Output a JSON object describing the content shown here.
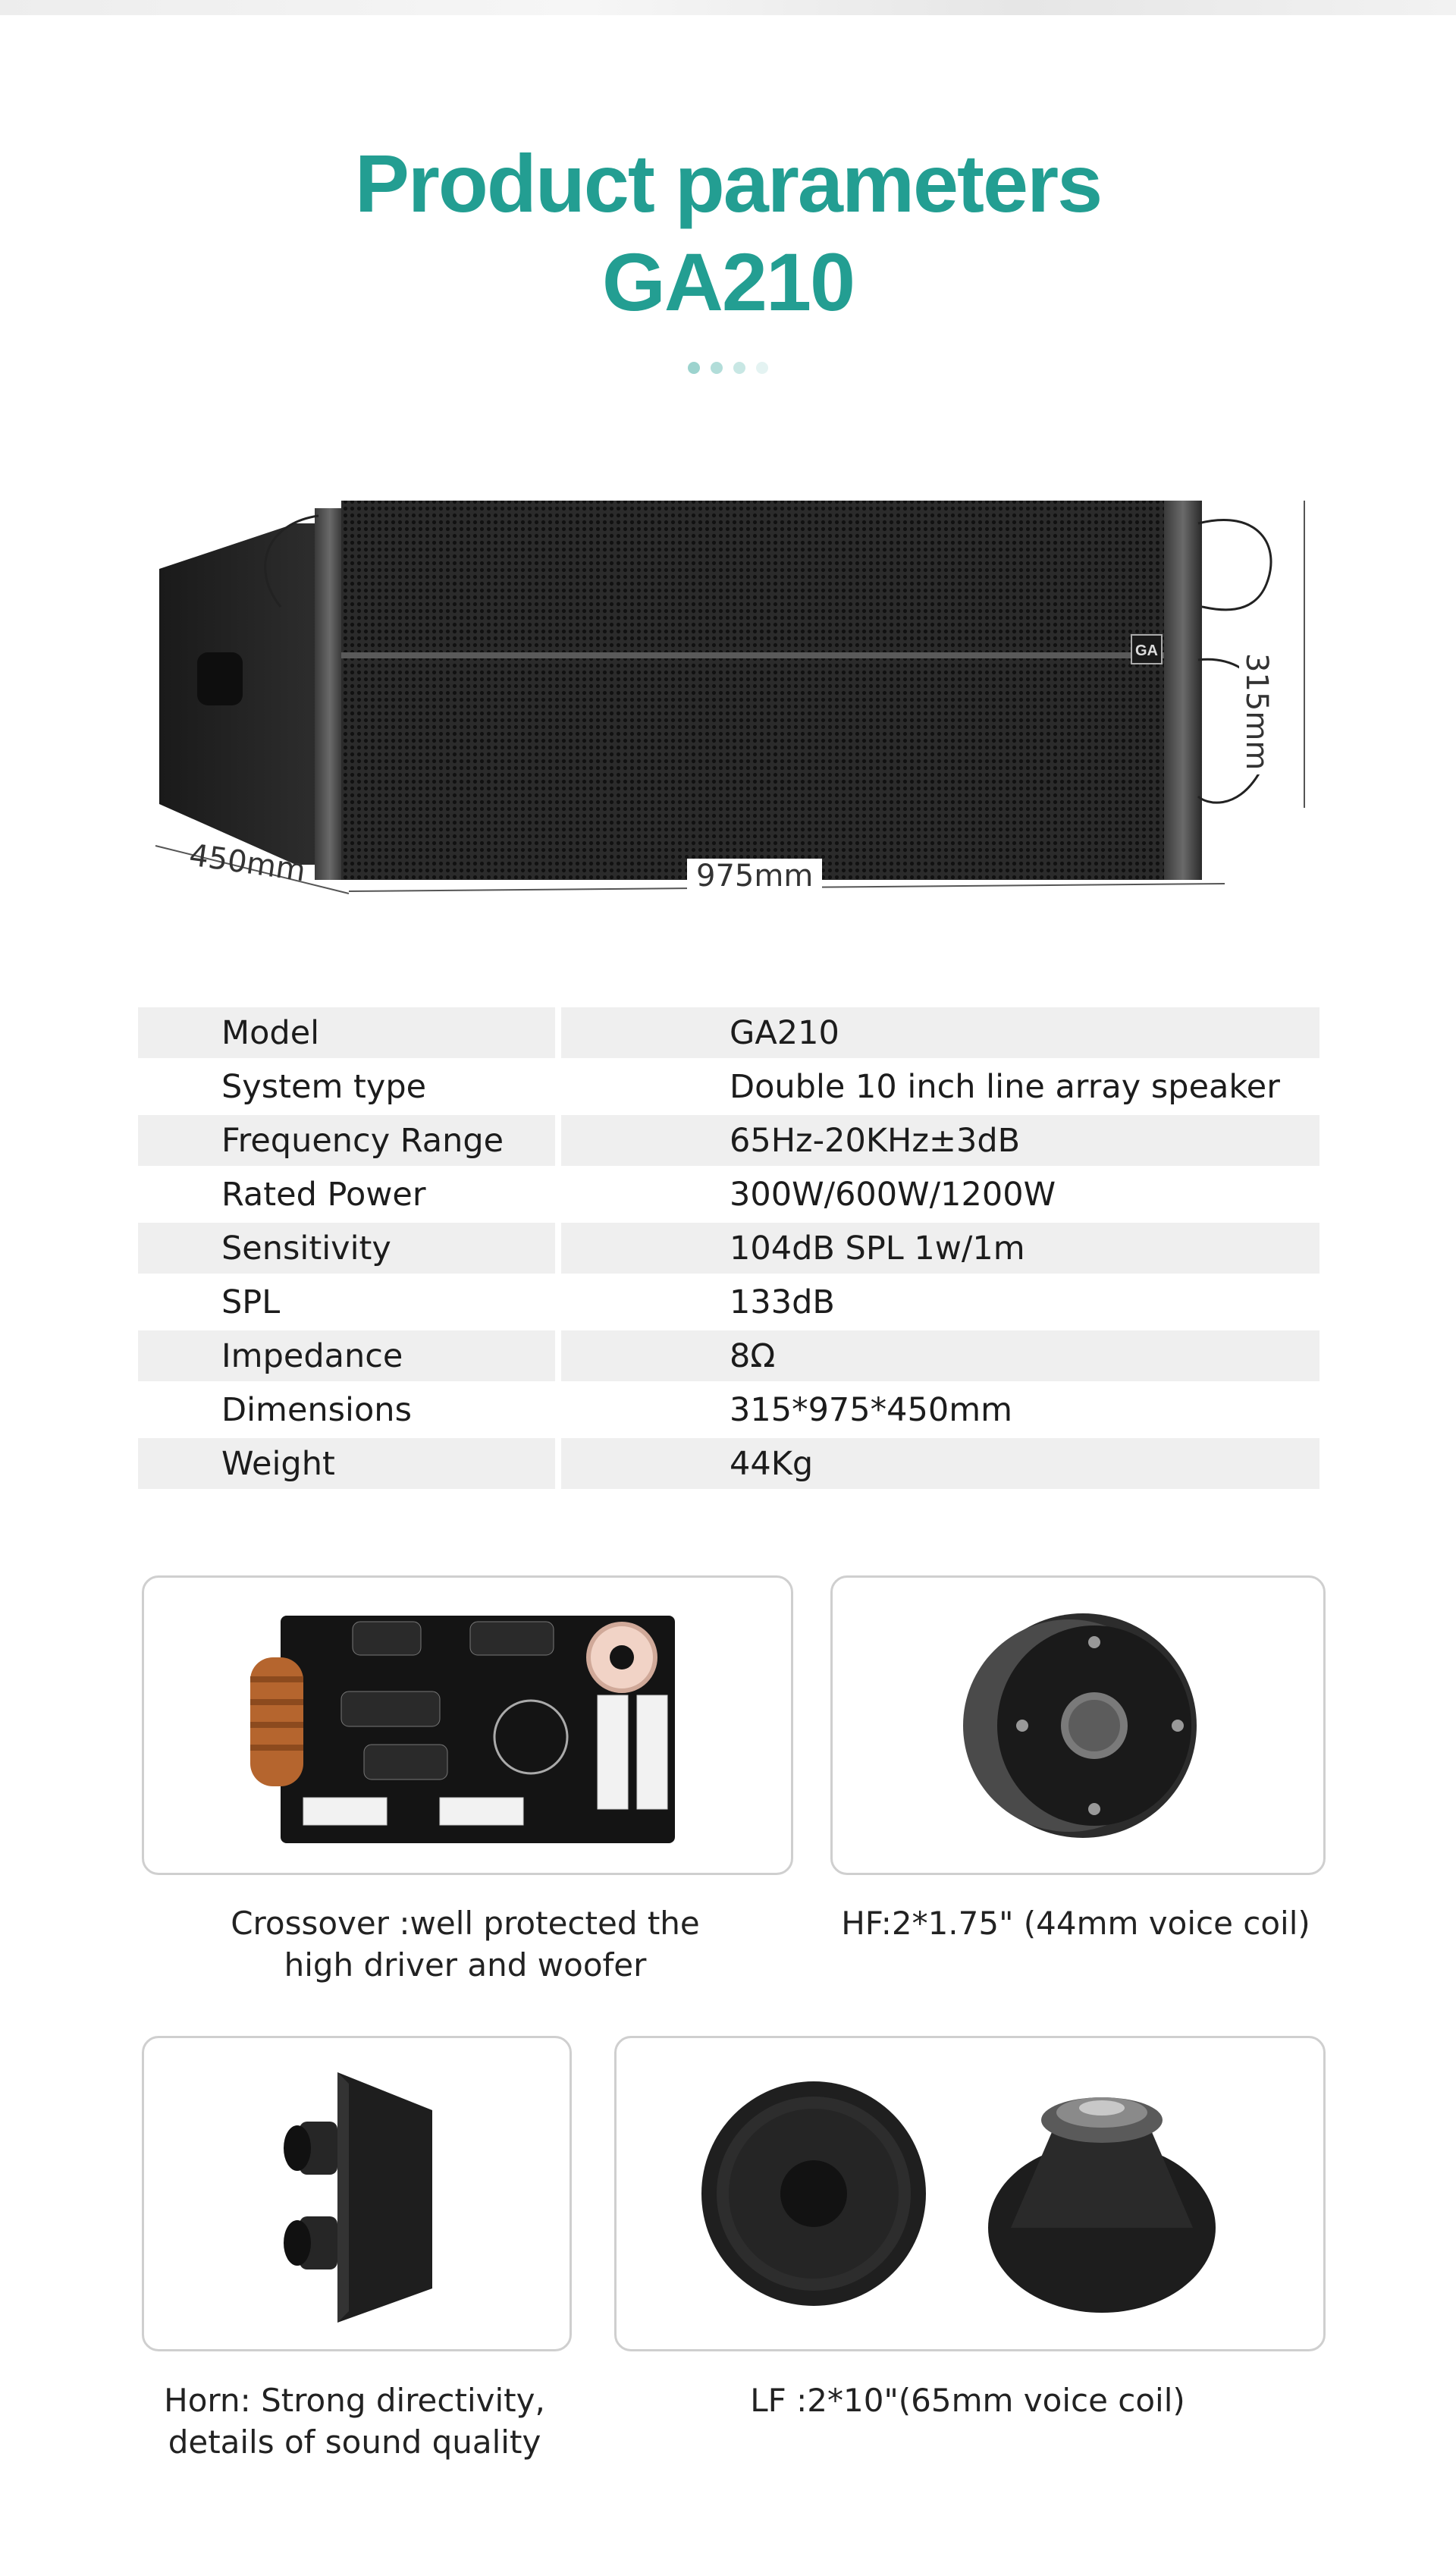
{
  "header": {
    "title_line1": "Product parameters",
    "title_line2": "GA210"
  },
  "hero": {
    "height_label": "315mm",
    "width_label": "975mm",
    "depth_label": "450mm",
    "logo_text": "GA"
  },
  "specs": [
    {
      "label": "Model",
      "value": "GA210"
    },
    {
      "label": "System type",
      "value": "Double 10 inch line array speaker"
    },
    {
      "label": "Frequency Range",
      "value": "65Hz-20KHz±3dB"
    },
    {
      "label": "Rated Power",
      "value": "300W/600W/1200W"
    },
    {
      "label": "Sensitivity",
      "value": "104dB SPL 1w/1m"
    },
    {
      "label": "SPL",
      "value": "133dB"
    },
    {
      "label": "Impedance",
      "value": "8Ω"
    },
    {
      "label": "Dimensions",
      "value": "315*975*450mm"
    },
    {
      "label": "Weight",
      "value": "44Kg"
    }
  ],
  "components": {
    "crossover": {
      "caption_line1": "Crossover :well protected the",
      "caption_line2": "high driver and woofer"
    },
    "hf": {
      "caption": "HF:2*1.75\" (44mm voice coil)"
    },
    "horn": {
      "caption_line1": "Horn: Strong directivity,",
      "caption_line2": "details of sound quality"
    },
    "lf": {
      "caption": "LF :2*10\"(65mm voice coil)"
    }
  },
  "colors": {
    "accent": "#239e92",
    "row_shade": "#efefef",
    "card_border": "#cfcfcf"
  }
}
